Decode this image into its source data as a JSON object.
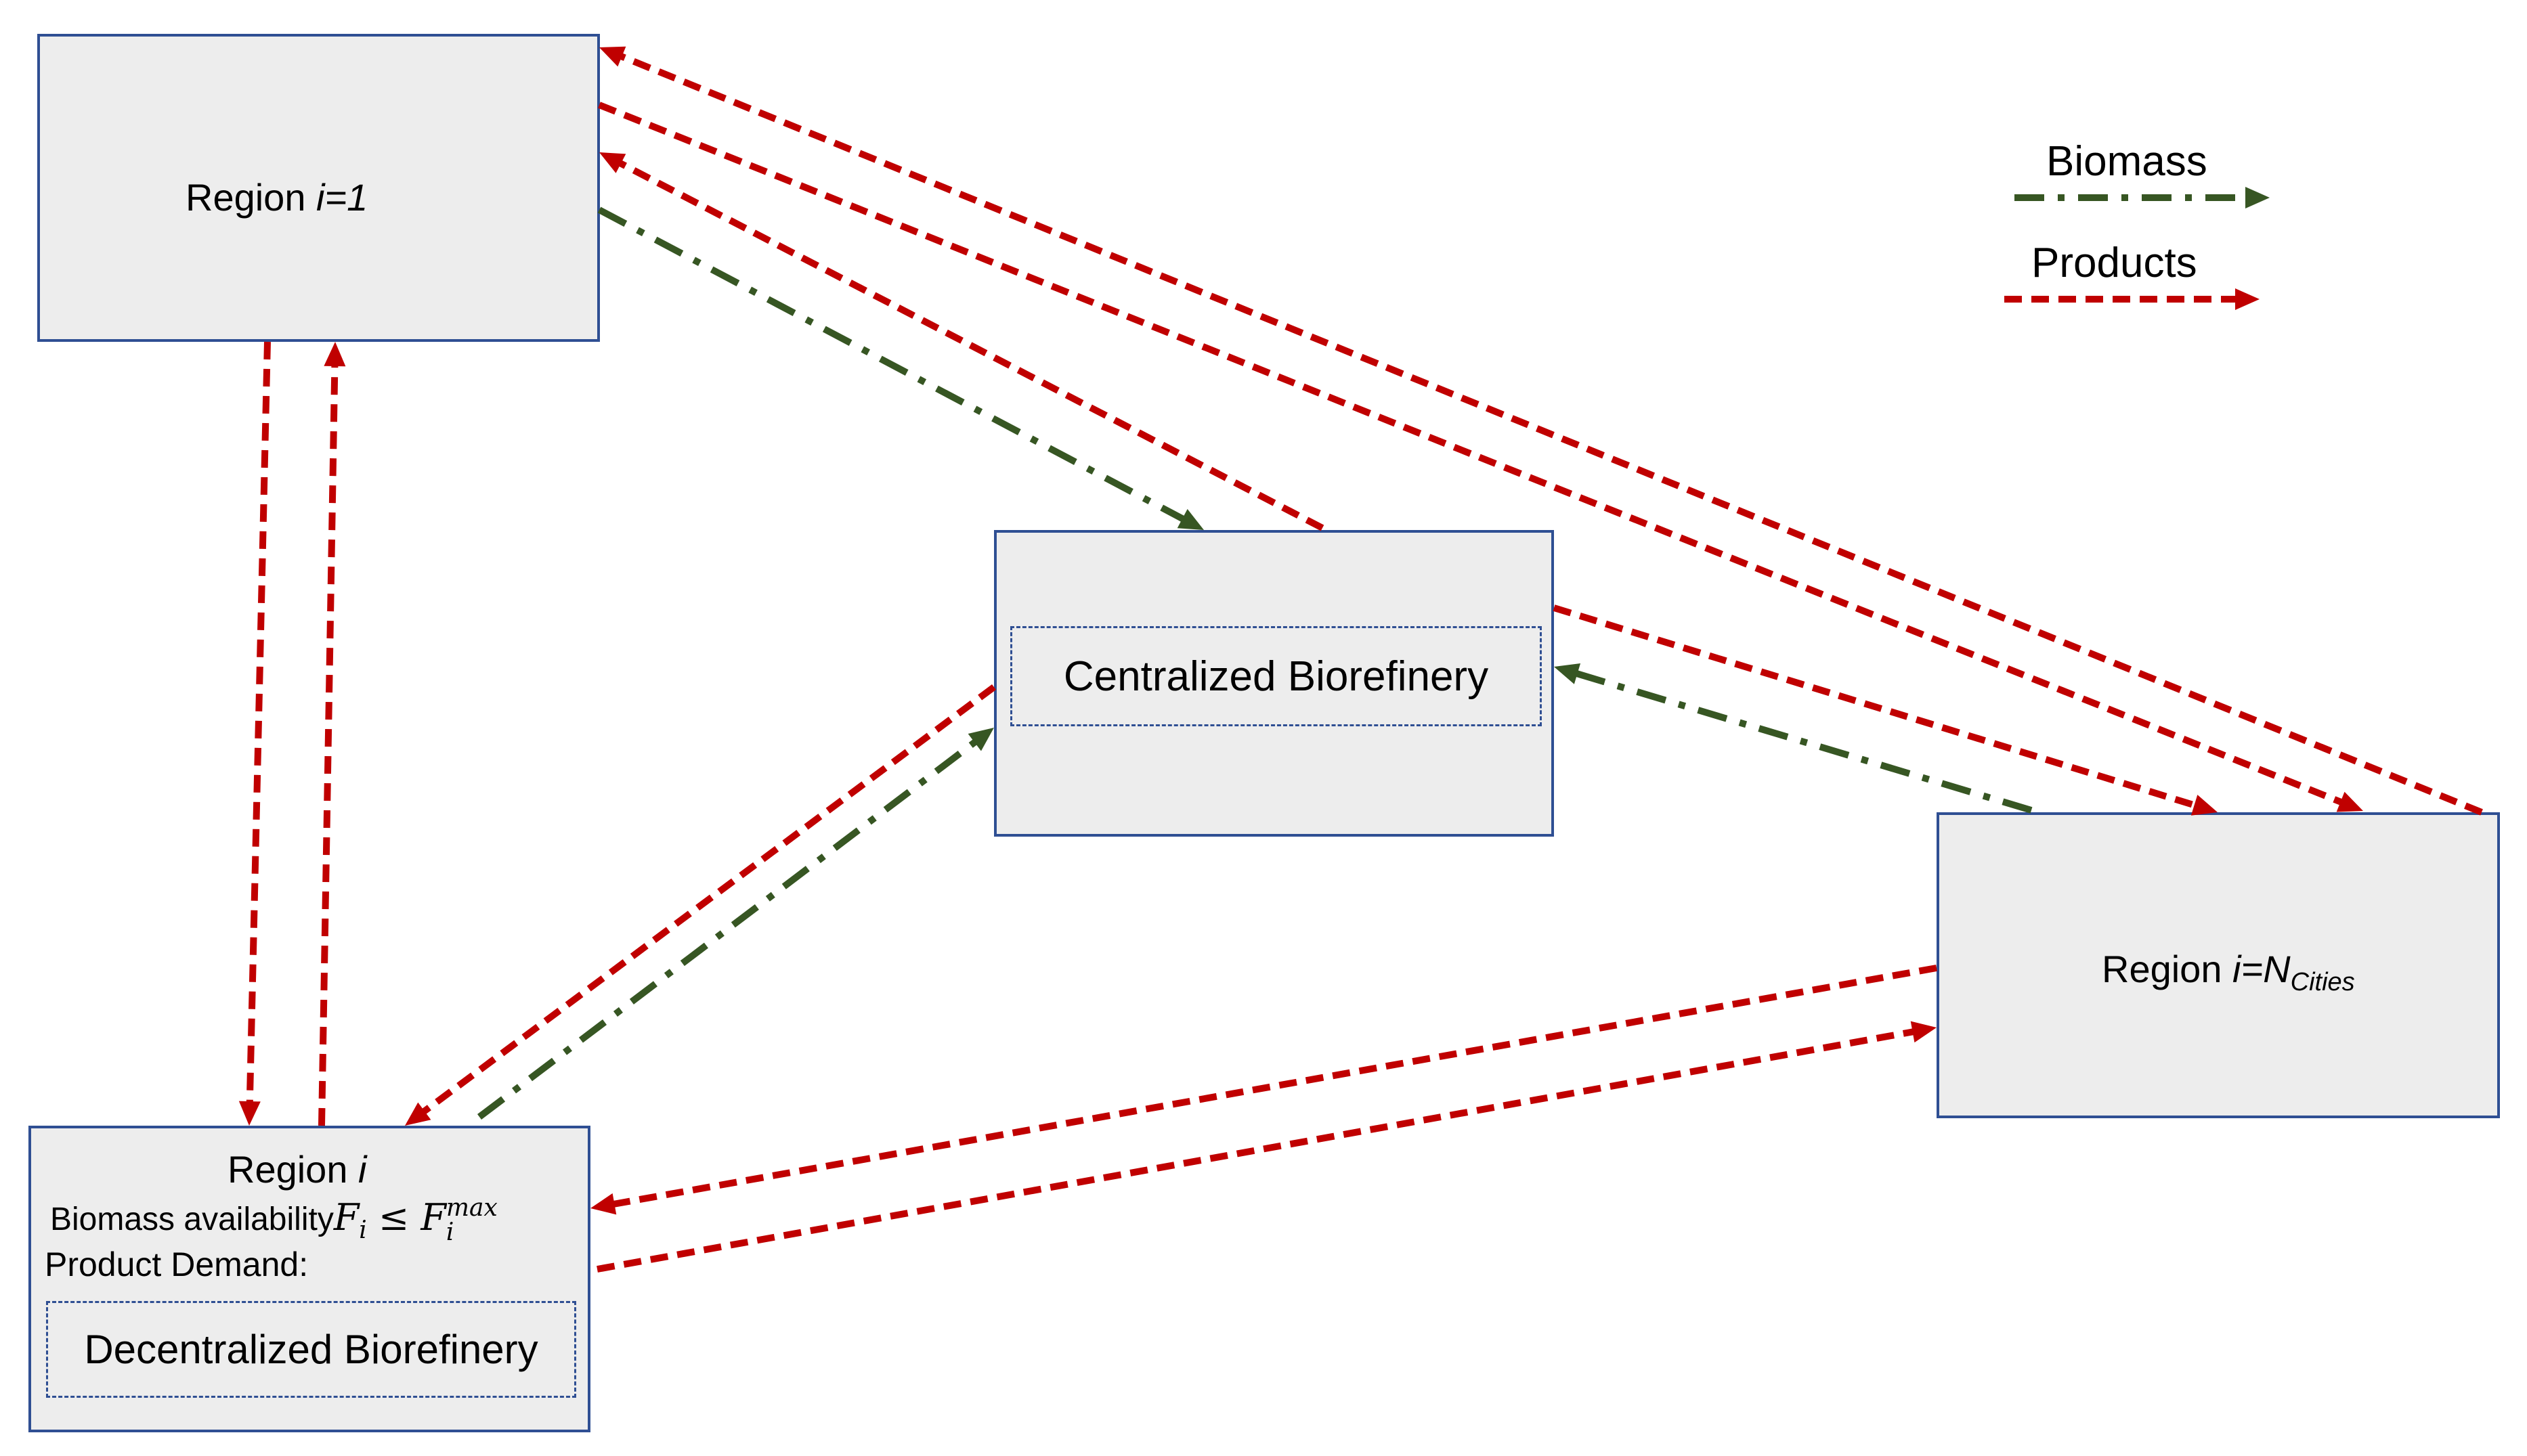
{
  "colors": {
    "biomass": "#375623",
    "products": "#c00000",
    "box_fill": "#ededed",
    "box_border": "#2f4f93"
  },
  "legend": {
    "biomass_label": "Biomass",
    "products_label": "Products"
  },
  "region_1": {
    "prefix": "Region ",
    "var": "i=1"
  },
  "region_n": {
    "prefix": "Region ",
    "var": "i=N",
    "sub": "Cities"
  },
  "region_i": {
    "prefix": "Region ",
    "var": "i",
    "biomass_label": "Biomass availability",
    "constraint_lhs": "F",
    "constraint_lhs_sub": "i",
    "constraint_op": " ≤ ",
    "constraint_rhs": "F",
    "constraint_rhs_sub": "i",
    "constraint_rhs_sup": "max",
    "demand_label": "Product Demand:",
    "facility_label": "Decentralized Biorefinery"
  },
  "central": {
    "facility_label": "Centralized Biorefinery"
  },
  "flows": [
    {
      "from": "central",
      "to": "region_1",
      "type": "products"
    },
    {
      "from": "region_1",
      "to": "central",
      "type": "biomass"
    },
    {
      "from": "region_1",
      "to": "region_n",
      "type": "products"
    },
    {
      "from": "region_n",
      "to": "region_1",
      "type": "products"
    },
    {
      "from": "central",
      "to": "region_n",
      "type": "products"
    },
    {
      "from": "region_n",
      "to": "central",
      "type": "biomass"
    },
    {
      "from": "region_1",
      "to": "region_i",
      "type": "products"
    },
    {
      "from": "region_i",
      "to": "region_1",
      "type": "products"
    },
    {
      "from": "central",
      "to": "region_i",
      "type": "products"
    },
    {
      "from": "region_i",
      "to": "central",
      "type": "biomass"
    },
    {
      "from": "region_n",
      "to": "region_i",
      "type": "products"
    },
    {
      "from": "region_i",
      "to": "region_n",
      "type": "products"
    }
  ]
}
